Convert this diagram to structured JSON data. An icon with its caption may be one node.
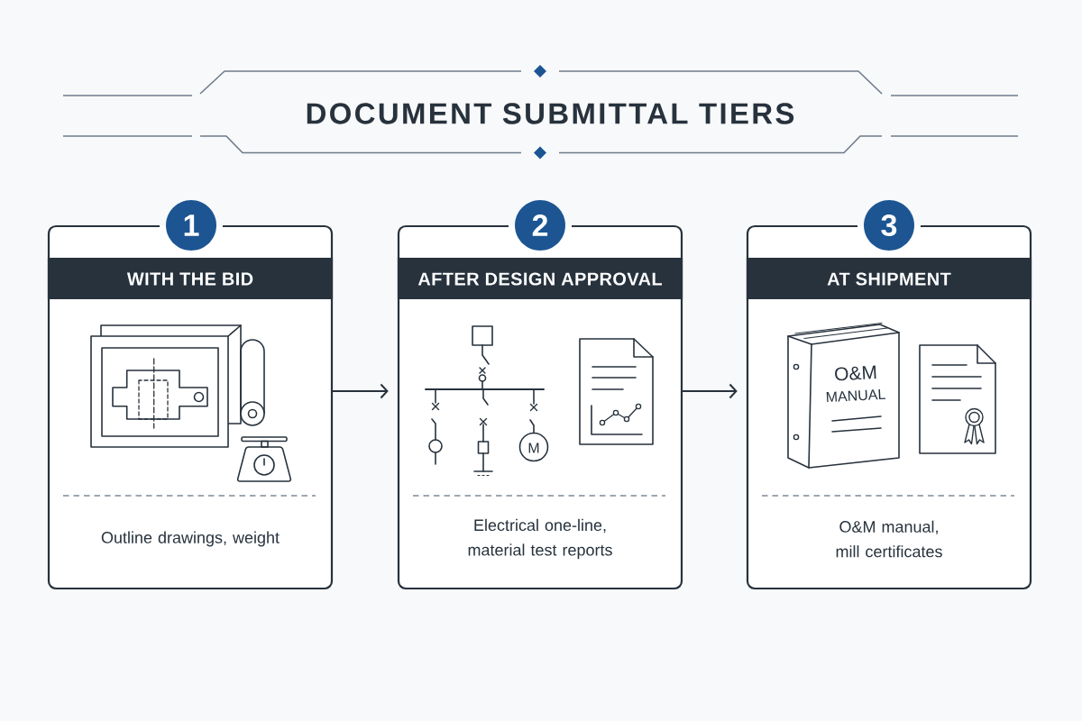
{
  "diagram": {
    "title": "DOCUMENT SUBMITTAL TIERS",
    "nodes": [
      {
        "text": [
          "1",
          "WITH THE BID",
          "Outline drawings, weight"
        ]
      },
      {
        "text": [
          "2",
          "AFTER DESIGN APPROVAL",
          "Electrical one-line, material test reports"
        ]
      },
      {
        "text": [
          "3",
          "AT SHIPMENT",
          "O&M manual, mill certificates"
        ]
      }
    ],
    "edges": [
      {
        "from": 0,
        "to": 1,
        "arrow": "to"
      },
      {
        "from": 1,
        "to": 2,
        "arrow": "to"
      }
    ],
    "labels": [
      "M",
      "O&M",
      "MANUAL"
    ]
  }
}
